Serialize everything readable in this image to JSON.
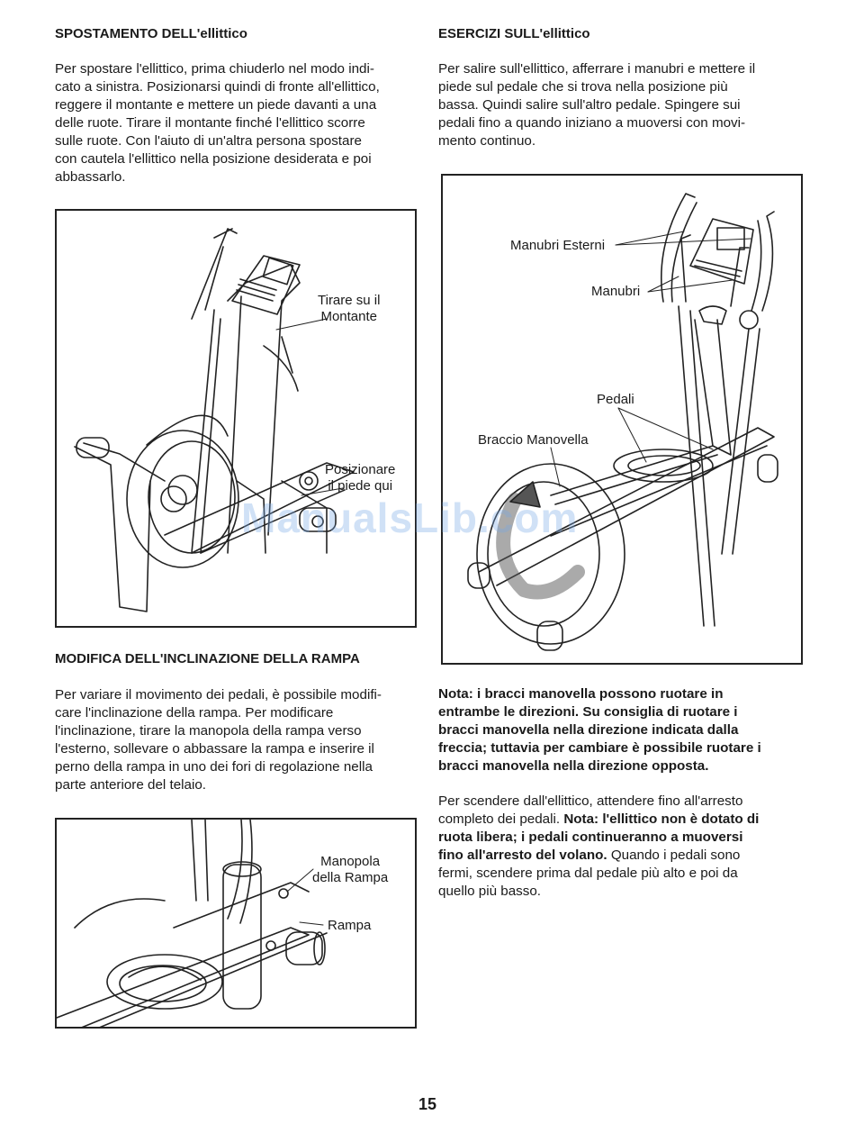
{
  "left": {
    "s1": {
      "heading": "SPOSTAMENTO DELL'ellittico",
      "lines": [
        "Per spostare l'ellittico, prima chiuderlo nel modo indi-",
        "cato a sinistra. Posizionarsi quindi di fronte all'ellittico,",
        "reggere il montante e mettere un piede davanti a una",
        "delle ruote. Tirare il montante finché l'ellittico scorre",
        "sulle ruote. Con l'aiuto di un'altra persona spostare",
        "con cautela l'ellittico nella posizione desiderata e poi",
        "abbassarlo."
      ]
    },
    "fig1": {
      "label_pull_1": "Tirare su il",
      "label_pull_2": "Montante",
      "label_foot_1": "Posizionare",
      "label_foot_2": "il piede qui"
    },
    "s2": {
      "heading": "MODIFICA DELL'INCLINAZIONE DELLA RAMPA",
      "lines": [
        "Per variare il movimento dei pedali, è possibile modifi-",
        "care l'inclinazione della rampa. Per modificare",
        "l'inclinazione, tirare la manopola della rampa verso",
        "l'esterno, sollevare o abbassare la rampa e inserire il",
        "perno della rampa in uno dei fori di regolazione nella",
        "parte anteriore del telaio."
      ]
    },
    "fig3": {
      "label_knob_1": "Manopola",
      "label_knob_2": "della Rampa",
      "label_ramp": "Rampa"
    }
  },
  "right": {
    "s3": {
      "heading": "ESERCIZI SULL'ellittico",
      "lines": [
        "Per salire sull'ellittico, afferrare i manubri e mettere il",
        "piede sul pedale che si trova nella posizione più",
        "bassa. Quindi salire sull'altro pedale. Spingere sui",
        "pedali fino a quando iniziano a muoversi con movi-",
        "mento continuo."
      ]
    },
    "fig2": {
      "label_outer_handlebars": "Manubri Esterni",
      "label_handlebars": "Manubri",
      "label_pedals": "Pedali",
      "label_crank_arm": "Braccio Manovella"
    },
    "note1": {
      "lines": [
        "Nota: i bracci manovella possono ruotare in",
        "entrambe le direzioni. Su consiglia di ruotare i",
        "bracci manovella nella direzione indicata dalla",
        "freccia; tuttavia per cambiare è possibile ruotare i",
        "bracci manovella nella direzione opposta."
      ]
    },
    "p4": {
      "l1": "Per scendere dall'ellittico, attendere fino all'arresto",
      "l2a": "completo dei pedali. ",
      "l2b": "Nota: l'ellittico non è dotato di",
      "l3": "ruota libera; i pedali continueranno a muoversi",
      "l4a": "fino all'arresto del volano.",
      "l4b": " Quando i pedali sono",
      "l5": "fermi, scendere prima dal pedale più alto e poi da",
      "l6": "quello più basso."
    }
  },
  "watermark": "ManualsLib.com",
  "page_number": "15"
}
